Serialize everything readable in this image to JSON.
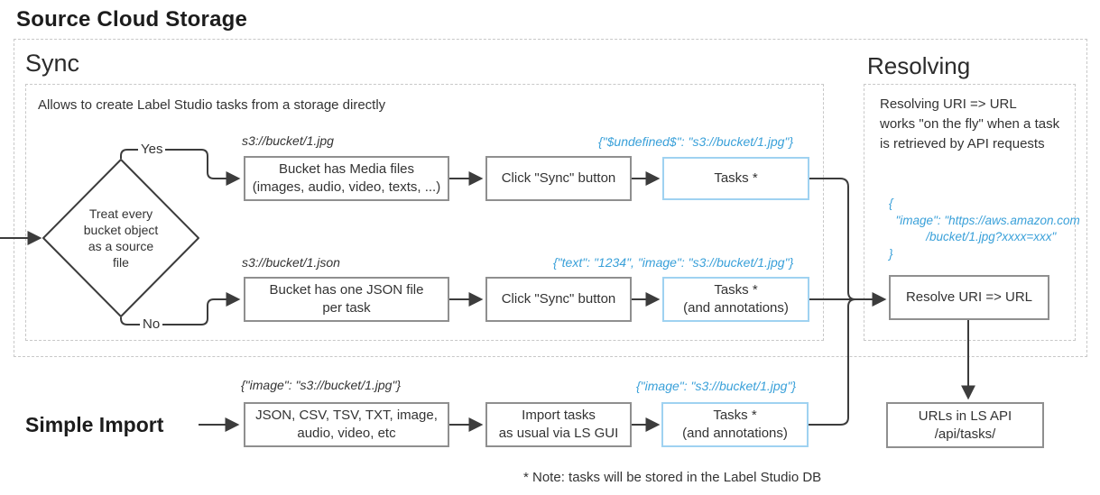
{
  "title": "Source Cloud Storage",
  "palette": {
    "accent_blue_text": "#39a0d9",
    "task_box_border": "#9fd2f1",
    "process_box_border": "#8f8f8f",
    "connector_line": "#3c3c3c",
    "dashed_group_border": "#c8c8c8",
    "body_text": "#333333"
  },
  "sections": {
    "sync": {
      "heading": "Sync",
      "description": "Allows to create Label Studio tasks from a storage directly"
    },
    "resolving": {
      "heading": "Resolving",
      "description": "Resolving URI => URL\nworks \"on the fly\" when a task\nis retrieved by API requests",
      "json_example": "{\n  \"image\": \"https://aws.amazon.com\n           /bucket/1.jpg?xxxx=xxx\"\n}"
    },
    "simple_import": {
      "heading": "Simple Import"
    }
  },
  "decision": {
    "label": "Treat every\nbucket object\nas a source\nfile",
    "yes_label": "Yes",
    "no_label": "No"
  },
  "rows": {
    "media": {
      "uri_label": "s3://bucket/1.jpg",
      "task_json": "{\"$undefined$\": \"s3://bucket/1.jpg\"}",
      "source_box": "Bucket has Media files\n(images, audio, video, texts, ...)",
      "action_box": "Click \"Sync\" button",
      "tasks_box": "Tasks *"
    },
    "json": {
      "uri_label": "s3://bucket/1.json",
      "task_json": "{\"text\": \"1234\", \"image\": \"s3://bucket/1.jpg\"}",
      "source_box": "Bucket has one JSON file\nper task",
      "action_box": "Click \"Sync\" button",
      "tasks_box": "Tasks *\n(and annotations)"
    },
    "import": {
      "uri_label": "{\"image\": \"s3://bucket/1.jpg\"}",
      "task_json": "{\"image\": \"s3://bucket/1.jpg\"}",
      "source_box": "JSON, CSV, TSV, TXT, image,\naudio, video, etc",
      "action_box": "Import tasks\nas usual via LS GUI",
      "tasks_box": "Tasks *\n(and annotations)"
    }
  },
  "resolve_box": "Resolve URI => URL",
  "urls_box": "URLs in LS API\n/api/tasks/",
  "footnote": "* Note: tasks will be stored in the Label Studio DB"
}
